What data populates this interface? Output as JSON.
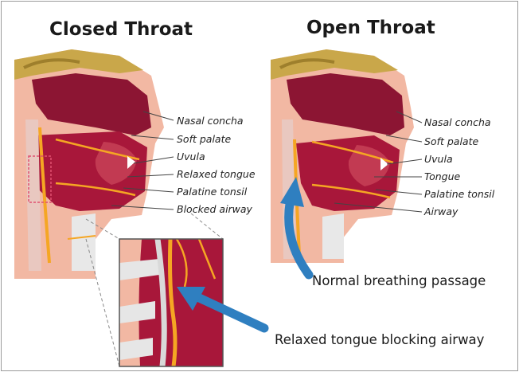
{
  "titles": {
    "closed": "Closed Throat",
    "open": "Open Throat"
  },
  "closed_labels": [
    "Nasal concha",
    "Soft palate",
    "Uvula",
    "Relaxed tongue",
    "Palatine tonsil",
    "Blocked airway"
  ],
  "open_labels": [
    "Nasal concha",
    "Soft palate",
    "Uvula",
    "Tongue",
    "Palatine tonsil",
    "Airway"
  ],
  "captions": {
    "open": "Normal breathing passage",
    "closed": "Relaxed tongue blocking airway"
  },
  "colors": {
    "skin": "#f2b8a3",
    "tissue": "#a8173a",
    "brain": "#c9a74a",
    "bone": "#ececec",
    "nerve": "#f5a623",
    "arrow": "#2f7fc0"
  }
}
